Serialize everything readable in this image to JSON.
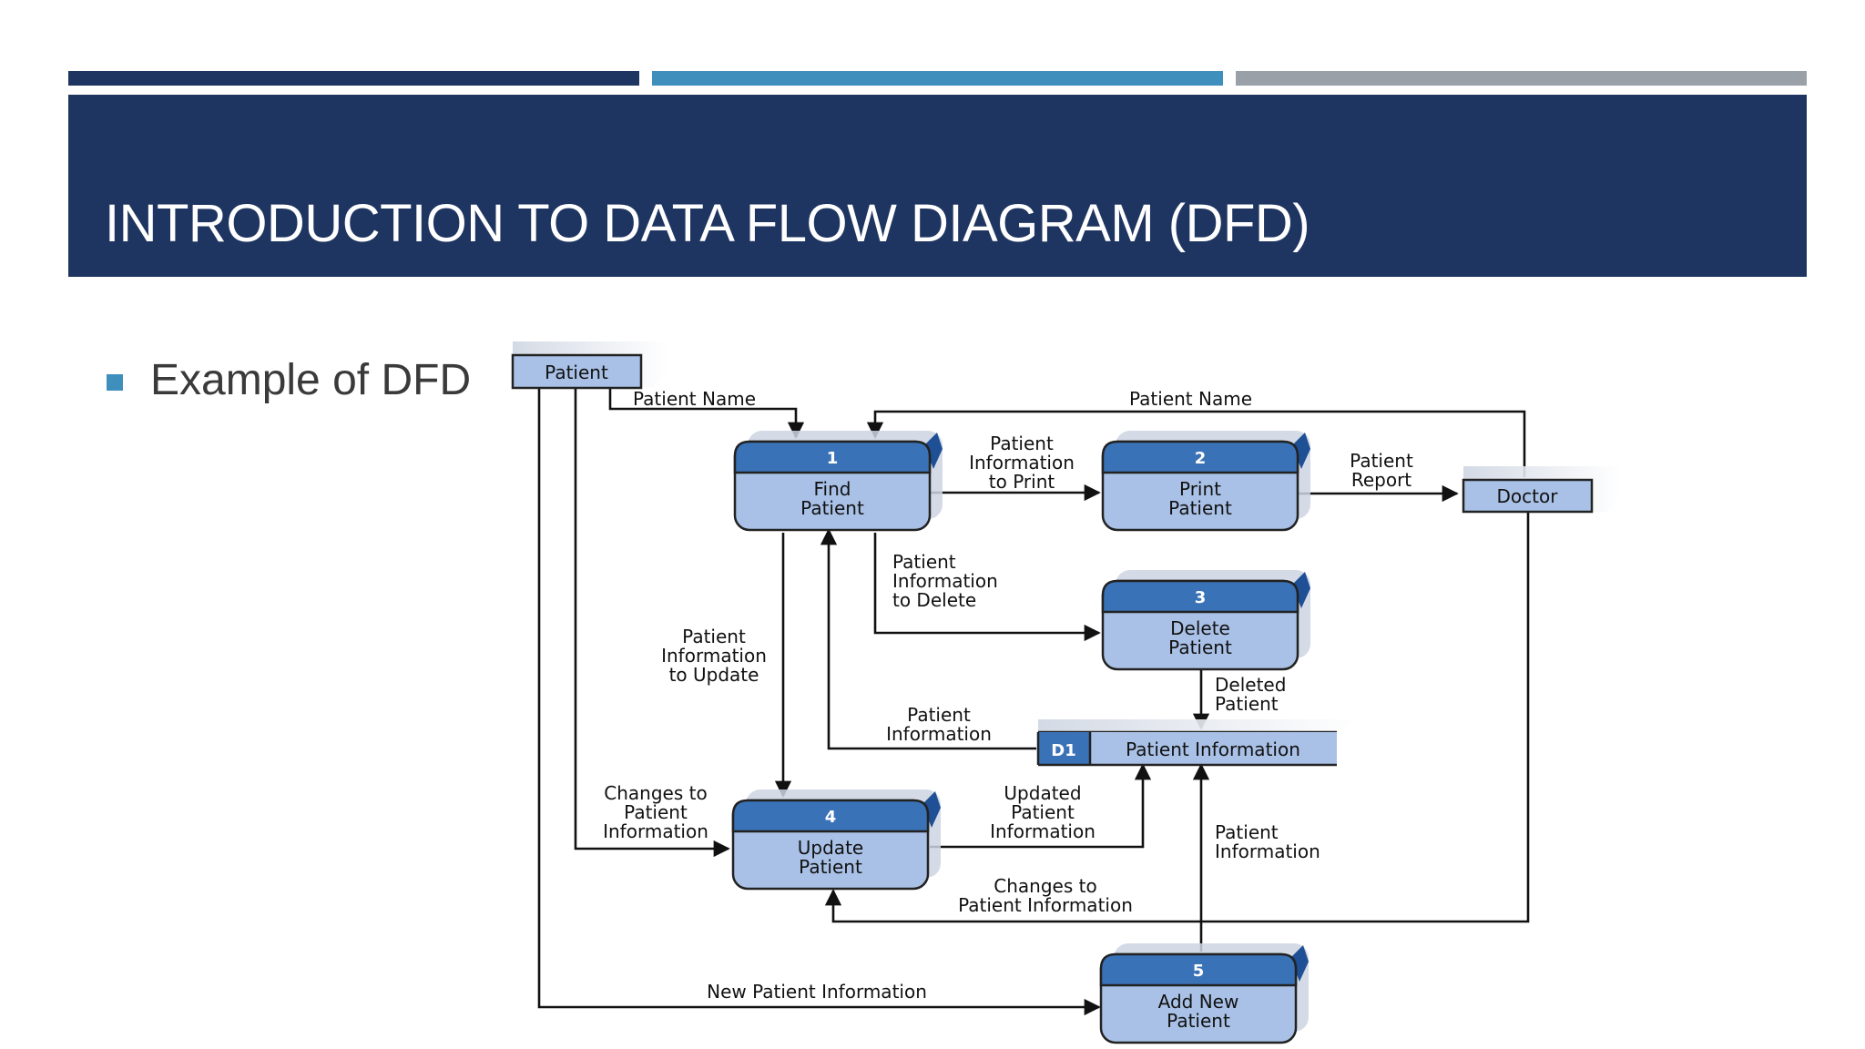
{
  "colors": {
    "navy": "#1f3561",
    "teal": "#3f8fbd",
    "gray": "#9aa0a8",
    "process_header": "#3a72b8",
    "process_body": "#a9c1e6",
    "entity_fill": "#a9c1e6"
  },
  "slide": {
    "title": "INTRODUCTION TO DATA FLOW DIAGRAM (DFD)",
    "bullet": "Example of DFD"
  },
  "diagram": {
    "entities": {
      "patient": "Patient",
      "doctor": "Doctor"
    },
    "processes": [
      {
        "number": "1",
        "lines": [
          "Find",
          "Patient"
        ]
      },
      {
        "number": "2",
        "lines": [
          "Print",
          "Patient"
        ]
      },
      {
        "number": "3",
        "lines": [
          "Delete",
          "Patient"
        ]
      },
      {
        "number": "4",
        "lines": [
          "Update",
          "Patient"
        ]
      },
      {
        "number": "5",
        "lines": [
          "Add New",
          "Patient"
        ]
      }
    ],
    "store": {
      "id": "D1",
      "name": "Patient Information"
    },
    "flows": {
      "patient_name_1": "Patient Name",
      "patient_name_2": "Patient Name",
      "info_to_print": [
        "Patient",
        "Information",
        "to Print"
      ],
      "patient_report": [
        "Patient",
        "Report"
      ],
      "info_to_delete": [
        "Patient",
        "Information",
        "to Delete"
      ],
      "info_to_update": [
        "Patient",
        "Information",
        "to Update"
      ],
      "deleted_patient": [
        "Deleted",
        "Patient"
      ],
      "patient_information_left": [
        "Patient",
        "Information"
      ],
      "changes_to_patient_info": [
        "Changes to",
        "Patient",
        "Information"
      ],
      "updated_patient_info": [
        "Updated",
        "Patient",
        "Information"
      ],
      "patient_information_right": [
        "Patient",
        "Information"
      ],
      "changes_to_patient_info_bottom": [
        "Changes to",
        "Patient Information"
      ],
      "new_patient_info": "New Patient Information"
    }
  }
}
